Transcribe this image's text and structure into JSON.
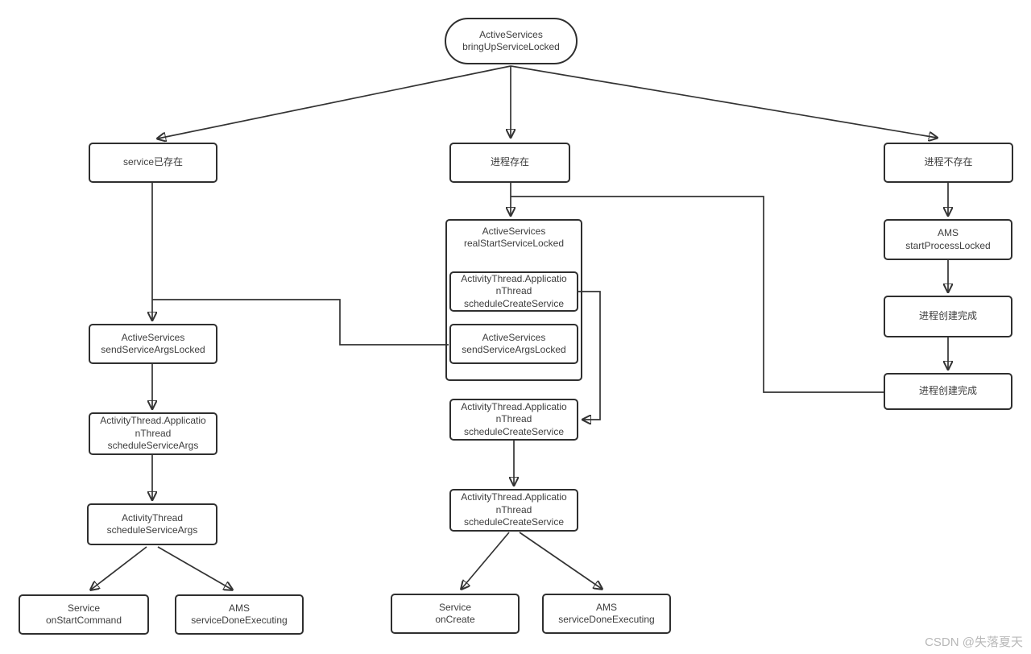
{
  "diagram": {
    "nodes": {
      "bring_up_service": {
        "label": "ActiveServices\nbringUpServiceLocked",
        "shape": "stadium"
      },
      "service_exists": {
        "label": "service已存在"
      },
      "process_exists": {
        "label": "进程存在"
      },
      "process_not_exists": {
        "label": "进程不存在"
      },
      "send_service_args_left": {
        "label": "ActiveServices\nsendServiceArgsLocked"
      },
      "schedule_service_args_app_thread": {
        "label": "ActivityThread.Applicatio\nnThread\nscheduleServiceArgs"
      },
      "schedule_service_args_activity_thread": {
        "label": "ActivityThread\nscheduleServiceArgs"
      },
      "service_on_start_command": {
        "label": "Service\nonStartCommand"
      },
      "ams_service_done_executing_left": {
        "label": "AMS\nserviceDoneExecuting"
      },
      "real_start_service": {
        "label": "ActiveServices\nrealStartServiceLocked",
        "shape": "group"
      },
      "schedule_create_service_inner": {
        "label": "ActivityThread.Applicatio\nnThread\nscheduleCreateService"
      },
      "send_service_args_inner": {
        "label": "ActiveServices\nsendServiceArgsLocked"
      },
      "schedule_create_service_mid1": {
        "label": "ActivityThread.Applicatio\nnThread\nscheduleCreateService"
      },
      "schedule_create_service_mid2": {
        "label": "ActivityThread.Applicatio\nnThread\nscheduleCreateService"
      },
      "service_on_create": {
        "label": "Service\nonCreate"
      },
      "ams_service_done_executing_mid": {
        "label": "AMS\nserviceDoneExecuting"
      },
      "ams_start_process": {
        "label": "AMS\nstartProcessLocked"
      },
      "process_created_1": {
        "label": "进程创建完成"
      },
      "process_created_2": {
        "label": "进程创建完成"
      }
    },
    "edges": [
      {
        "from": "bring_up_service",
        "to": "service_exists"
      },
      {
        "from": "bring_up_service",
        "to": "process_exists"
      },
      {
        "from": "bring_up_service",
        "to": "process_not_exists"
      },
      {
        "from": "service_exists",
        "to": "send_service_args_left"
      },
      {
        "from": "send_service_args_inner",
        "to": "send_service_args_left"
      },
      {
        "from": "send_service_args_left",
        "to": "schedule_service_args_app_thread"
      },
      {
        "from": "schedule_service_args_app_thread",
        "to": "schedule_service_args_activity_thread"
      },
      {
        "from": "schedule_service_args_activity_thread",
        "to": "service_on_start_command"
      },
      {
        "from": "schedule_service_args_activity_thread",
        "to": "ams_service_done_executing_left"
      },
      {
        "from": "process_exists",
        "to": "real_start_service"
      },
      {
        "from": "process_created_2",
        "to": "real_start_service"
      },
      {
        "from": "schedule_create_service_inner",
        "to": "schedule_create_service_mid1"
      },
      {
        "from": "schedule_create_service_mid1",
        "to": "schedule_create_service_mid2"
      },
      {
        "from": "schedule_create_service_mid2",
        "to": "service_on_create"
      },
      {
        "from": "schedule_create_service_mid2",
        "to": "ams_service_done_executing_mid"
      },
      {
        "from": "process_not_exists",
        "to": "ams_start_process"
      },
      {
        "from": "ams_start_process",
        "to": "process_created_1"
      },
      {
        "from": "process_created_1",
        "to": "process_created_2"
      }
    ]
  },
  "watermark": {
    "text": "CSDN @失落夏天"
  },
  "colors": {
    "line": "#333333",
    "node_border": "#2f2f2f",
    "text": "#3d3d3d",
    "watermark": "#b8b8b8",
    "background": "#ffffff"
  }
}
